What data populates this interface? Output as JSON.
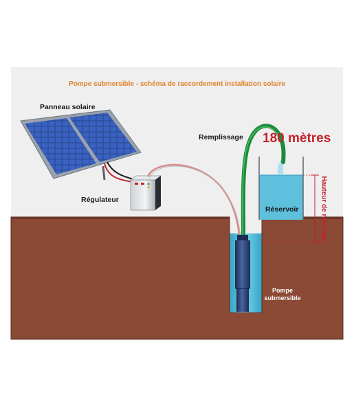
{
  "diagram": {
    "title": "Pompe submersible - schéma de raccordement installation solaire",
    "labels": {
      "solar_panel": "Panneau solaire",
      "regulator": "Régulateur",
      "filling": "Remplissage",
      "height_value": "180 mètres",
      "reservoir": "Réservoir",
      "lift_height": "Hauteur de relevage",
      "pump": "Pompe submersible"
    },
    "colors": {
      "ground": "#8a4a35",
      "water": "#5ec0dc",
      "pipe": "#1e8a3c",
      "pump": "#2a3f6e",
      "panel_cells": "#2d4fa0",
      "panel_frame": "#9aa3ad",
      "title": "#e0822a",
      "accent_red": "#c4232b"
    }
  }
}
